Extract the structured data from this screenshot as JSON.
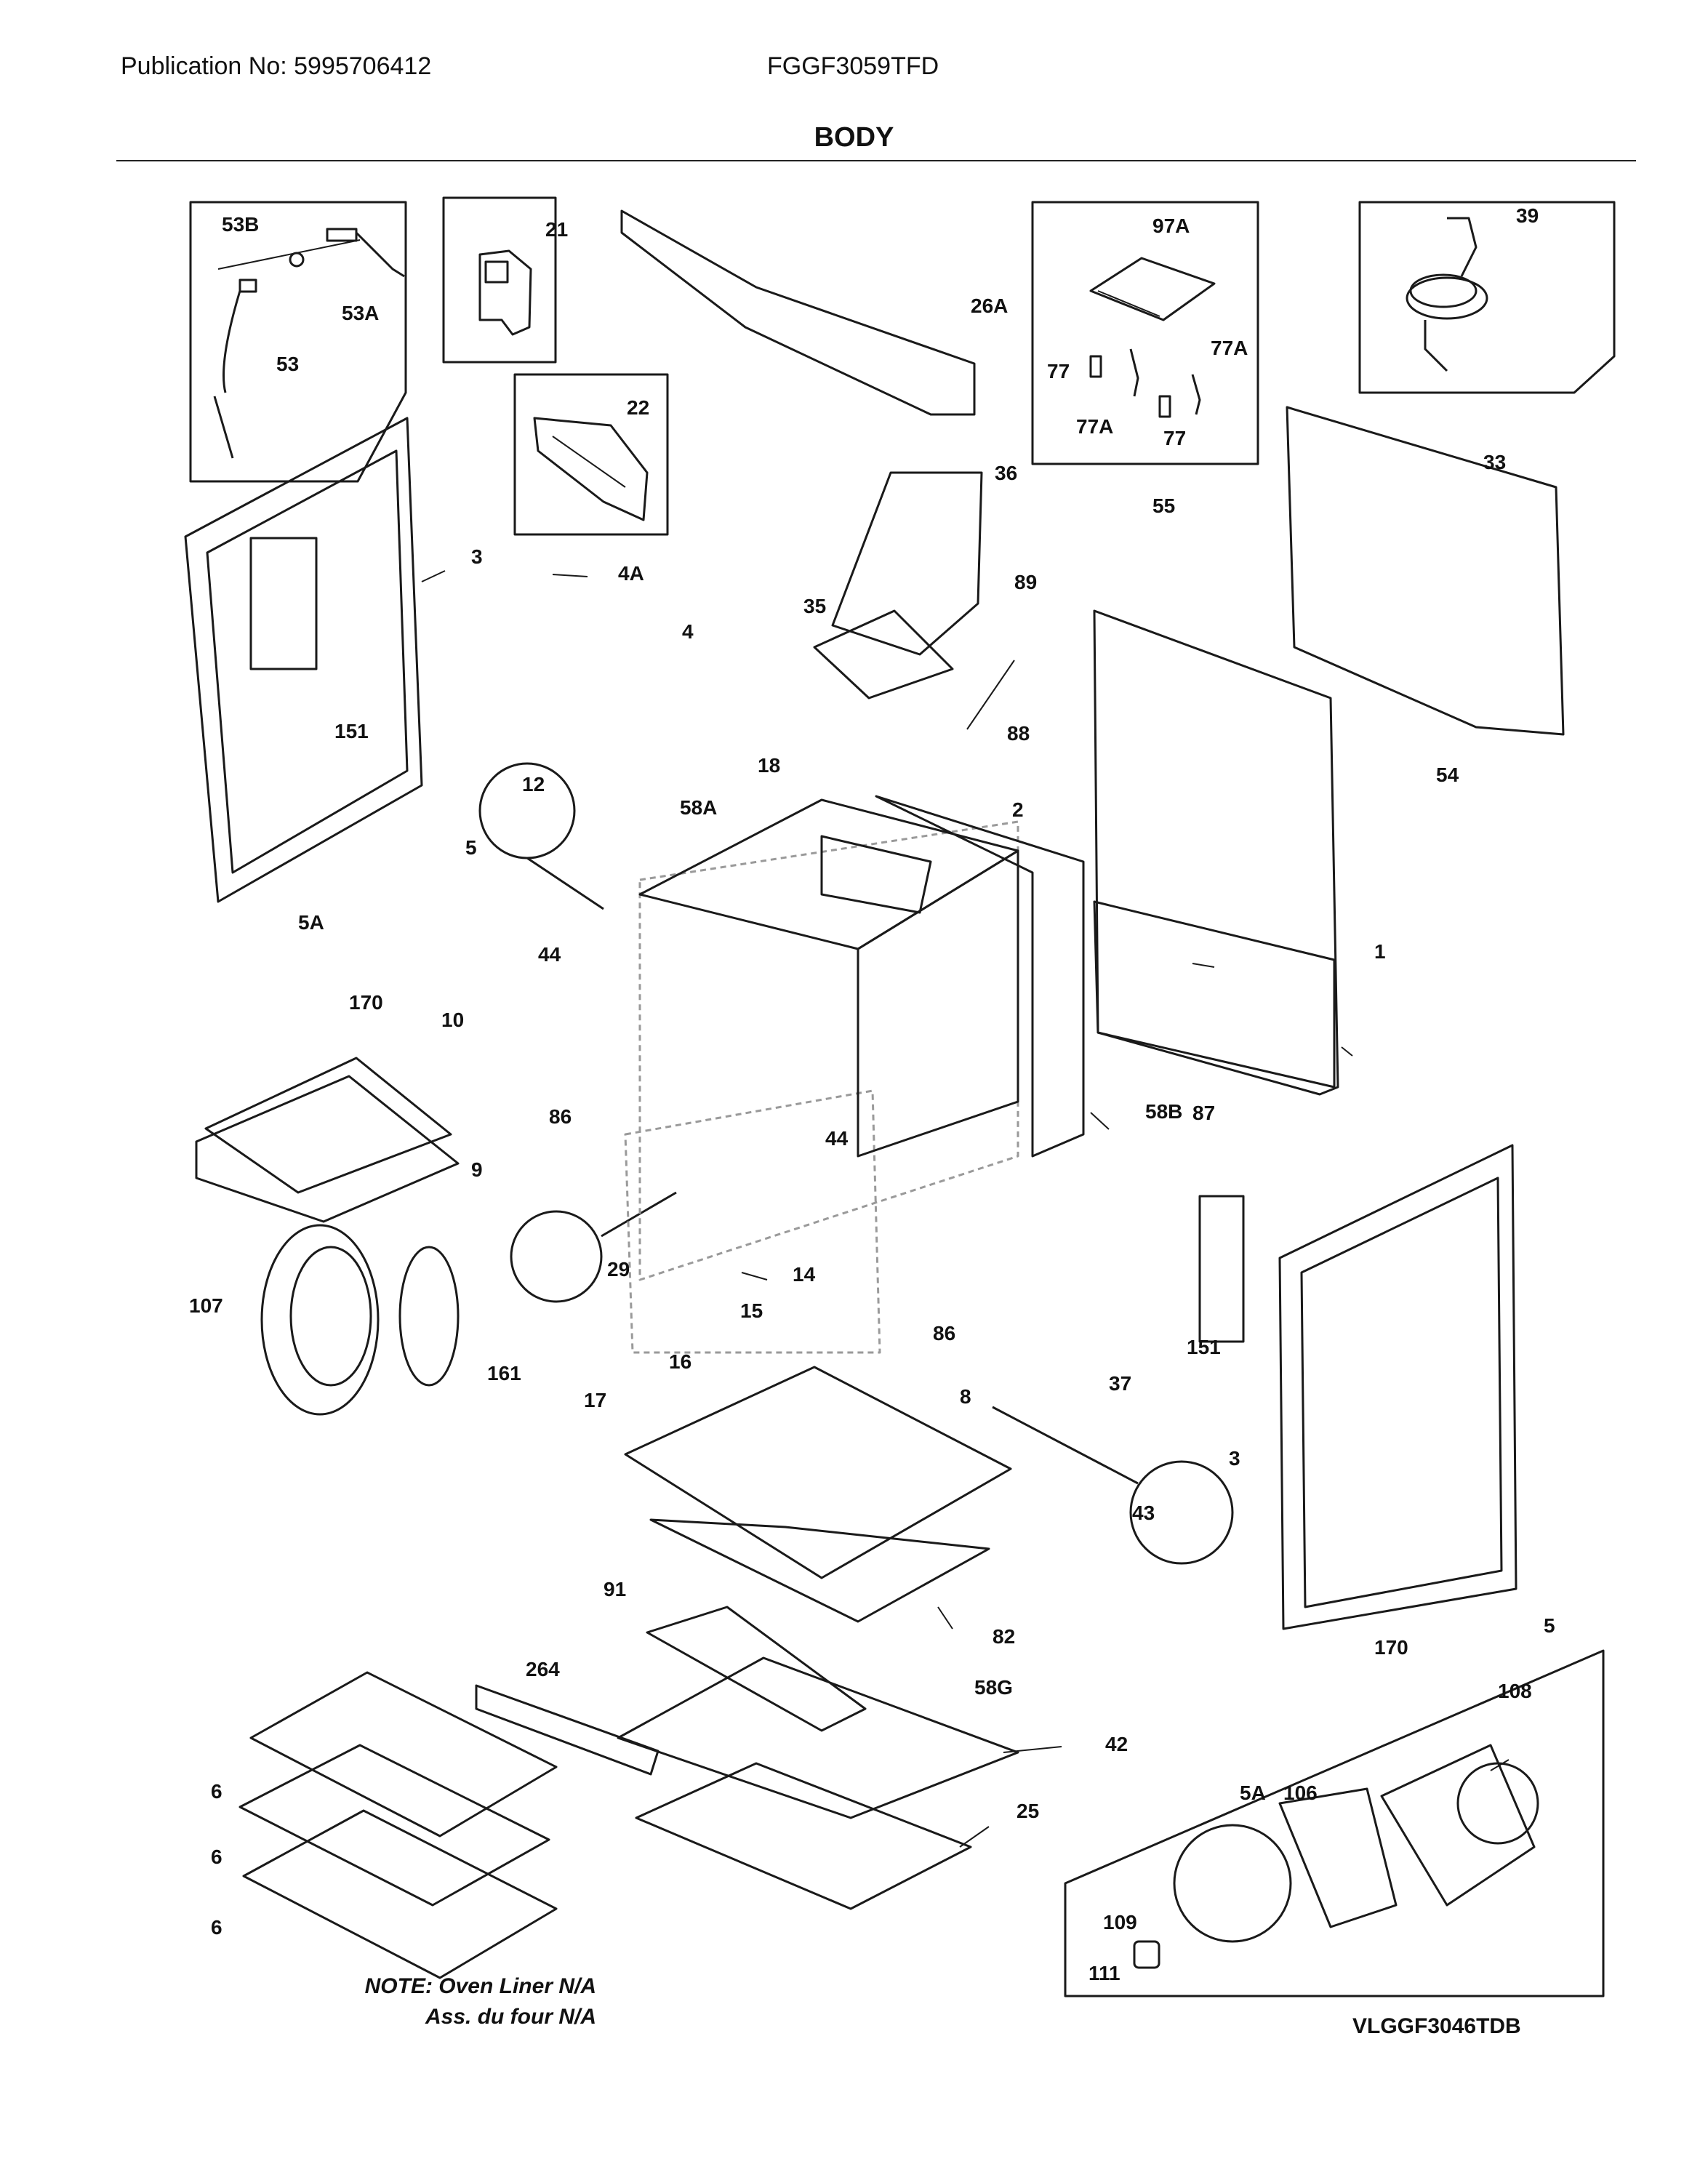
{
  "header": {
    "publication": "Publication No: 5995706412",
    "model": "FGGF3059TFD",
    "section_title": "BODY"
  },
  "notes": {
    "line1": "NOTE: Oven Liner N/A",
    "line2": "Ass. du four N/A"
  },
  "drawing_ref": "VLGGF3046TDB",
  "callouts": [
    "53B",
    "53A",
    "53",
    "21",
    "26A",
    "97A",
    "39",
    "77",
    "77A",
    "77A",
    "77",
    "22",
    "36",
    "33",
    "55",
    "3",
    "4A",
    "89",
    "35",
    "4",
    "88",
    "151",
    "58A",
    "18",
    "2",
    "54",
    "12",
    "5",
    "5A",
    "44",
    "170",
    "1",
    "10",
    "86",
    "44",
    "87",
    "58B",
    "9",
    "29",
    "14",
    "107",
    "15",
    "86",
    "161",
    "16",
    "17",
    "151",
    "37",
    "8",
    "3",
    "43",
    "91",
    "82",
    "5",
    "170",
    "264",
    "58G",
    "42",
    "108",
    "6",
    "25",
    "5A",
    "106",
    "6",
    "109",
    "6",
    "111"
  ],
  "colors": {
    "line": "#1a1a1a",
    "light": "#9a9a9a",
    "paper": "#ffffff"
  }
}
